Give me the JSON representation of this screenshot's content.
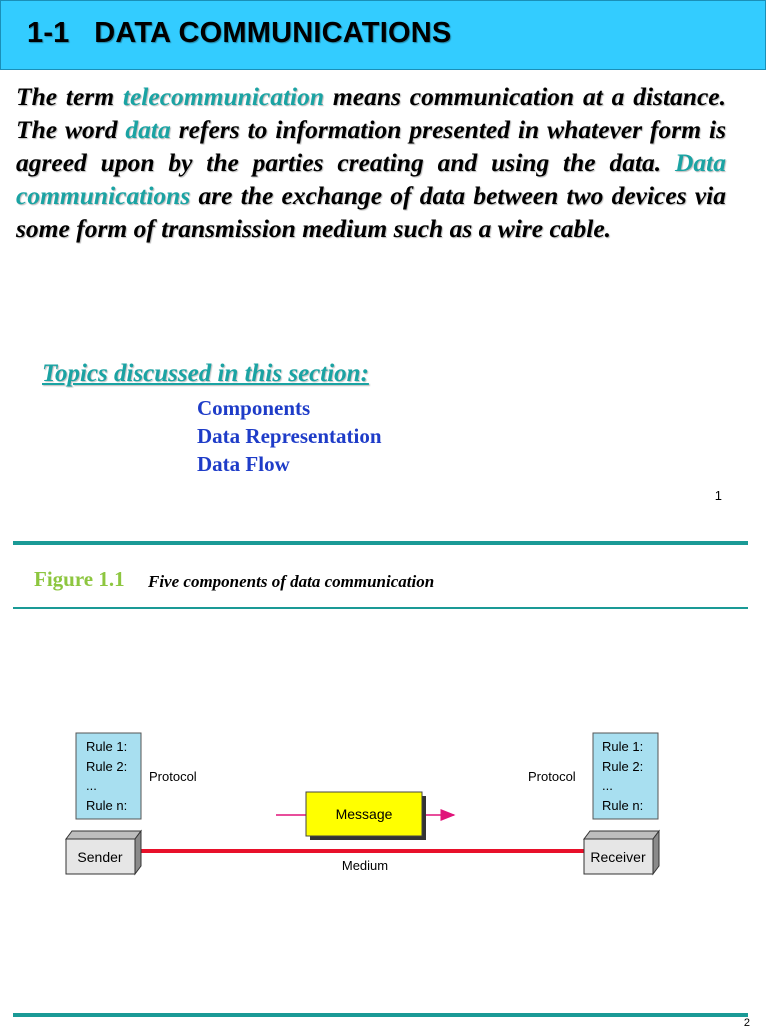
{
  "slide1": {
    "title": "1-1   DATA COMMUNICATIONS",
    "intro": {
      "p1": "The term ",
      "k1": "telecommunication",
      "p2": " means communication at a distance. The word ",
      "k2": "data",
      "p3": " refers to information presented in whatever form is agreed upon by the parties creating and using the data. ",
      "k3": "Data communications",
      "p4": " are the exchange of data between two devices via some form of transmission medium such as a wire cable."
    },
    "topics_heading": "Topics discussed in this section:",
    "topics": [
      "Components",
      "Data Representation",
      "Data Flow"
    ],
    "page_number": "1"
  },
  "slide2": {
    "figure_label": "Figure 1.1",
    "figure_caption": "Five components of data communication",
    "diagram": {
      "sender_rules": [
        "Rule 1:",
        "Rule 2:",
        "...",
        "Rule n:"
      ],
      "receiver_rules": [
        "Rule 1:",
        "Rule 2:",
        "...",
        "Rule n:"
      ],
      "protocol_left": "Protocol",
      "protocol_right": "Protocol",
      "message": "Message",
      "sender": "Sender",
      "receiver": "Receiver",
      "medium": "Medium"
    },
    "page_number": "2"
  },
  "colors": {
    "title_bar": "#33ccff",
    "highlight": "#1aa3a3",
    "topic_text": "#1e3cc8",
    "figure_label": "#8dc63f",
    "rule_box": "#a8dff0",
    "message_box": "#ffff00",
    "medium_line": "#e8102a",
    "message_arrow": "#e0147a"
  }
}
